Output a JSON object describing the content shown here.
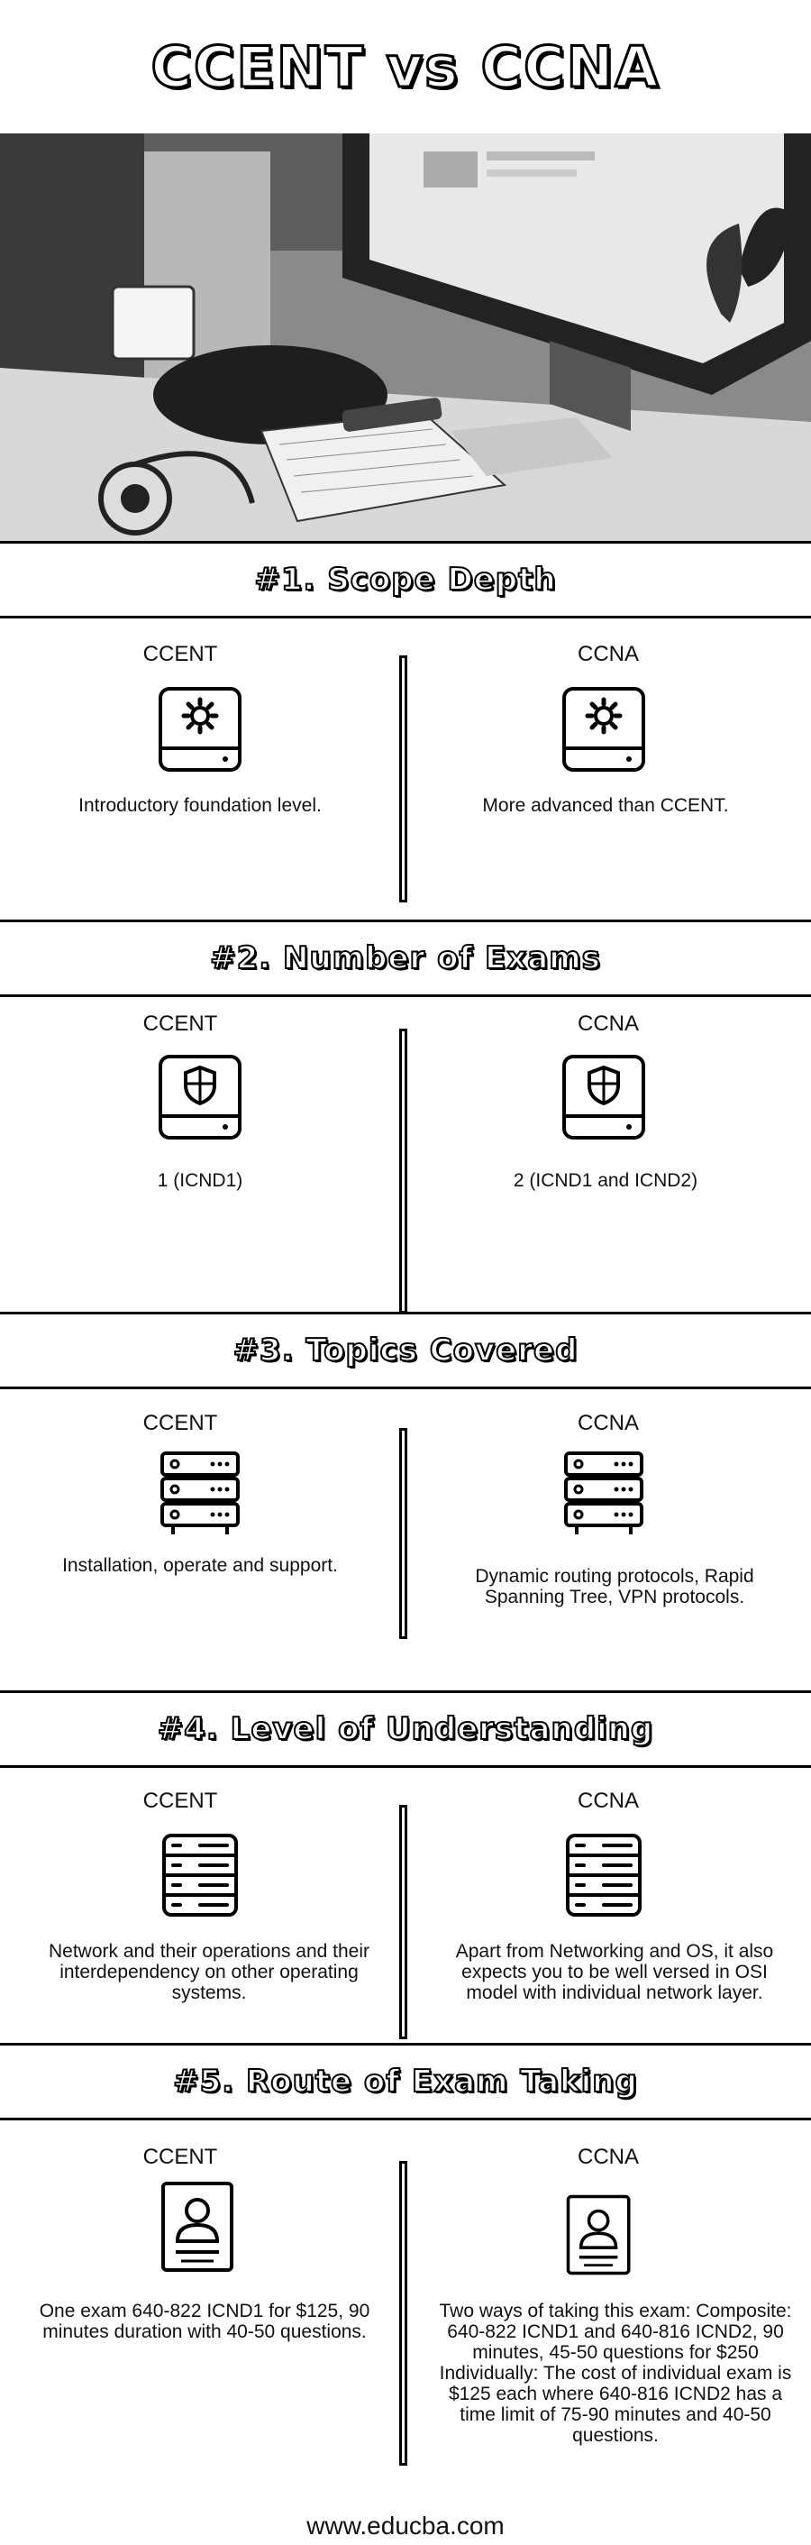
{
  "title": "CCENT vs CCNA",
  "columns": {
    "left": "CCENT",
    "right": "CCNA"
  },
  "sections": [
    {
      "heading": "#1. Scope Depth",
      "icon": "hdd-gear-icon",
      "left_text": "Introductory foundation level.",
      "right_text": "More advanced than CCENT."
    },
    {
      "heading": "#2. Number of Exams",
      "icon": "hdd-shield-icon",
      "left_text": "1 (ICND1)",
      "right_text": "2 (ICND1 and ICND2)"
    },
    {
      "heading": "#3. Topics Covered",
      "icon": "server-rack-icon",
      "left_text": "Installation, operate and support.",
      "right_text": "Dynamic routing protocols, Rapid Spanning Tree, VPN protocols."
    },
    {
      "heading": "#4. Level of Understanding",
      "icon": "server-list-icon",
      "left_text": "Network and their operations and their interdependency on other operating systems.",
      "right_text": "Apart from Networking and OS, it also expects you to be well versed in OSI model with individual network layer."
    },
    {
      "heading": "#5. Route of Exam Taking",
      "icon": "id-badge-icon",
      "left_text": "One exam 640-822 ICND1 for $125, 90 minutes duration with 40-50 questions.",
      "right_text": "Two ways of taking this exam: Composite: 640-822 ICND1 and 640-816 ICND2, 90 minutes, 45-50 questions for $250 Individually: The cost of individual exam is $125 each where 640-816 ICND2 has a time limit of 75-90 minutes and 40-50 questions."
    }
  ],
  "footer": "www.educba.com"
}
